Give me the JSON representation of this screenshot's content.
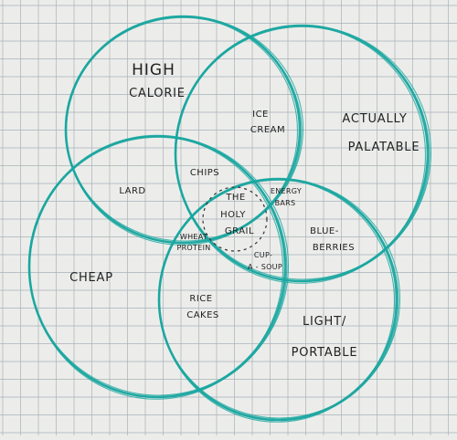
{
  "colors": {
    "paper": "#ecedea",
    "grid": "#a9b1b8",
    "circle": "#1aa6a0",
    "ink": "#222222"
  },
  "circles": {
    "high_calorie": [
      "HIGH",
      "CALORIE"
    ],
    "actually_palatable": [
      "ACTUALLY",
      "PALATABLE"
    ],
    "cheap": [
      "CHEAP"
    ],
    "light_portable": [
      "LIGHT/",
      "PORTABLE"
    ]
  },
  "items": {
    "ice_cream": [
      "ICE",
      "CREAM"
    ],
    "lard": "LARD",
    "chips": "CHIPS",
    "holy_grail": [
      "THE",
      "HOLY",
      "GRAIL"
    ],
    "energy_bars": [
      "ENERGY",
      "BARS"
    ],
    "wheat_protein": [
      "WHEAT",
      "PROTEIN"
    ],
    "cup_a_soup": [
      "CUP-",
      "A - SOUP"
    ],
    "blueberries": [
      "BLUE-",
      "BERRIES"
    ],
    "rice_cakes": [
      "RICE",
      "CAKES"
    ]
  }
}
